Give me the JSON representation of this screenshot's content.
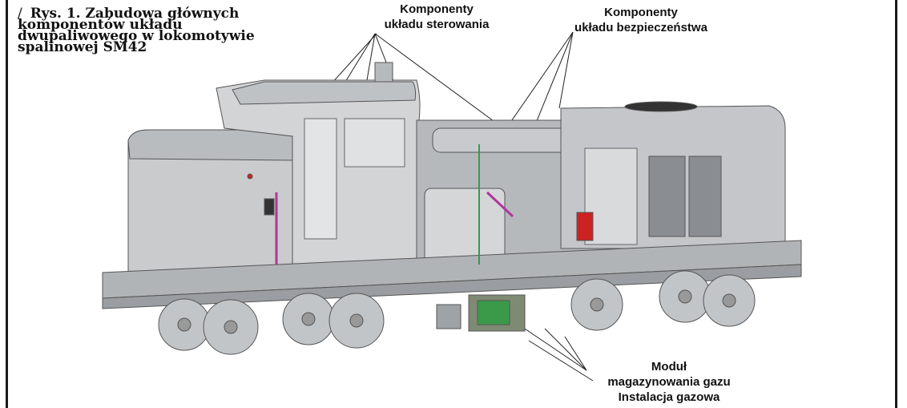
{
  "figure": {
    "caption_prefix": "/",
    "caption": "Rys. 1. Zabudowa głównych komponentów układu dwupaliwowego w lokomotywie spalinowej SM42",
    "labels": {
      "control_line1": "Komponenty",
      "control_line2": "układu sterowania",
      "safety_line1": "Komponenty",
      "safety_line2": "układu bezpieczeństwa",
      "module_line1": "Moduł",
      "module_line2": "magazynowania gazu",
      "module_line3": "Instalacja gazowa"
    },
    "colors": {
      "frame": "#1a1a1a",
      "body": "#c9cbcd",
      "shadow": "#8e9296",
      "line": "#222222",
      "accent_red": "#cc2222",
      "accent_green": "#3a9a4a",
      "accent_magenta": "#b0359a"
    }
  }
}
